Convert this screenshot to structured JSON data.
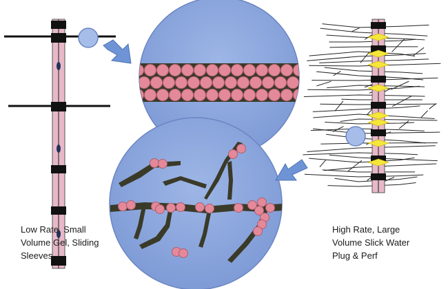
{
  "captions": {
    "left": [
      "Low Rate, Small",
      "Volume Gel, Sliding",
      "Sleeves"
    ],
    "right": [
      "High Rate, Large",
      "Volume Slick Water",
      "Plug & Perf"
    ]
  },
  "colors": {
    "bubble_fill": "#8fa9de",
    "bubble_stroke": "#6a85c2",
    "arrow": "#6e94d6",
    "fracture": "#3a3a28",
    "proppant": "#e3899a",
    "proppant_stroke": "#b05e70",
    "casing": "#e8b8c8",
    "packer": "#111111",
    "perf_highlight": "#f5e63c"
  },
  "icons": {
    "arrow_top": "arrow-icon",
    "arrow_bottom": "arrow-icon"
  }
}
